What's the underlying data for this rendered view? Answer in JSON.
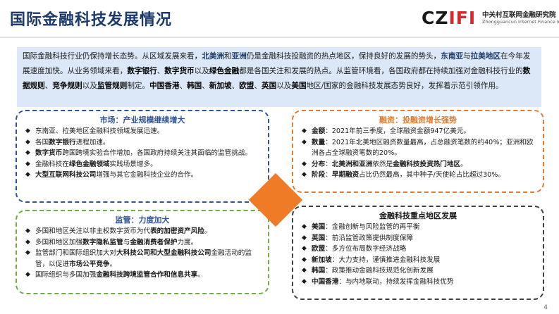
{
  "title": "国际金融科技发展情况",
  "logo": {
    "mark_a": "CZ",
    "mark_b": "IFI",
    "name_cn": "中关村互联网金融研究院",
    "name_en": "Zhongguancun Internet Finance Institute"
  },
  "intro": [
    {
      "t": "国际金融科技行业仍保持增长态势。从区域发展来看，"
    },
    {
      "t": "北美洲",
      "b": true,
      "hl": true
    },
    {
      "t": "和"
    },
    {
      "t": "亚洲",
      "b": true,
      "hl": true
    },
    {
      "t": "仍是金融科技投融资的热点地区，保持良好的发展的势头，"
    },
    {
      "t": "东南亚",
      "b": true,
      "hl": true
    },
    {
      "t": "与"
    },
    {
      "t": "拉美地区",
      "b": true,
      "hl": true
    },
    {
      "t": "在今年发展速度加快。从业务领域来看，"
    },
    {
      "t": "数字银行",
      "b": true
    },
    {
      "t": "、"
    },
    {
      "t": "数字货币",
      "b": true
    },
    {
      "t": "以及"
    },
    {
      "t": "绿色金融",
      "b": true
    },
    {
      "t": "都是各国关注和发展的热点。从监管环境看，各国政府都在持续加强对金融科技行业的"
    },
    {
      "t": "数据规则",
      "b": true
    },
    {
      "t": "、"
    },
    {
      "t": "竞争规则",
      "b": true
    },
    {
      "t": "以及"
    },
    {
      "t": "监管规则",
      "b": true
    },
    {
      "t": "制定。"
    },
    {
      "t": "中国香港",
      "b": true
    },
    {
      "t": "、"
    },
    {
      "t": "韩国",
      "b": true
    },
    {
      "t": "、"
    },
    {
      "t": "新加坡",
      "b": true
    },
    {
      "t": "、"
    },
    {
      "t": "欧盟",
      "b": true
    },
    {
      "t": "、"
    },
    {
      "t": "英国",
      "b": true
    },
    {
      "t": "以及"
    },
    {
      "t": "美国",
      "b": true
    },
    {
      "t": "地区/国家的金融科技发展态势良好，发挥着示范引领作用。"
    }
  ],
  "market": {
    "head": "市场：产业规模继续增大",
    "items": [
      [
        {
          "t": "东南亚、拉美地区金融科技领域发展迅速。"
        }
      ],
      [
        {
          "t": "各国"
        },
        {
          "t": "数字银行",
          "b": true
        },
        {
          "t": "进程加速。"
        }
      ],
      [
        {
          "t": "数字货币",
          "b": true
        },
        {
          "t": "跨国跨境实验合作增加，各国政府持续关注其面临的监管挑战。"
        }
      ],
      [
        {
          "t": "金融科技在"
        },
        {
          "t": "绿色金融领域",
          "b": true
        },
        {
          "t": "实践场景增多。"
        }
      ],
      [
        {
          "t": "大型互联网科技公司",
          "b": true
        },
        {
          "t": "增强与其它金融科技企业的合作。"
        }
      ]
    ]
  },
  "financing": {
    "head": "融资：投融资增长强势",
    "items": [
      [
        {
          "t": "金额",
          "b": true
        },
        {
          "t": "：2021年前三季度，全球融资金额947亿美元。"
        }
      ],
      [
        {
          "t": "数量",
          "b": true
        },
        {
          "t": "：2021年北美地区融资数量最高，占总融资笔数的约40%；亚洲和欧洲各占全球融资笔数的20%。"
        }
      ],
      [
        {
          "t": "分布",
          "b": true
        },
        {
          "t": "："
        },
        {
          "t": "北美洲和亚洲",
          "b": true
        },
        {
          "t": "依然是"
        },
        {
          "t": "金融科技投资热门地区",
          "b": true
        },
        {
          "t": "。"
        }
      ],
      [
        {
          "t": "阶段",
          "b": true
        },
        {
          "t": "："
        },
        {
          "t": "早期融资",
          "b": true
        },
        {
          "t": "占比仍然最高，其中种子/天使轮占比超过30%。"
        }
      ]
    ]
  },
  "regulation": {
    "head": "监管：力度加大",
    "items": [
      [
        {
          "t": "多国和地区关注以非主权数字货币为代"
        },
        {
          "t": "表的加密资产风险",
          "b": true
        },
        {
          "t": "。"
        }
      ],
      [
        {
          "t": "多国和地区加强"
        },
        {
          "t": "数字隐私监管",
          "b": true
        },
        {
          "t": "与"
        },
        {
          "t": "金融消费者保护",
          "b": true
        },
        {
          "t": "力度。"
        }
      ],
      [
        {
          "t": "监管部门和国际组织加大对"
        },
        {
          "t": "大科技公司和大型金融科技公司",
          "b": true
        },
        {
          "t": "金融活动的监管，以促进"
        },
        {
          "t": "市场公平竞争",
          "b": true
        },
        {
          "t": "。"
        }
      ],
      [
        {
          "t": "国际组织与多国加强"
        },
        {
          "t": "金融科技跨境监管合作和信息共享",
          "b": true
        },
        {
          "t": "。"
        }
      ]
    ]
  },
  "regions": {
    "head": "金融科技重点地区发展",
    "items": [
      [
        {
          "t": "美国",
          "b": true
        },
        {
          "t": "：金融创新与风险监管的再平衡"
        }
      ],
      [
        {
          "t": "英国",
          "b": true
        },
        {
          "t": "：前沿监管政策提供制度保障"
        }
      ],
      [
        {
          "t": "欧盟",
          "b": true
        },
        {
          "t": "：多方位布局数字经济战略"
        }
      ],
      [
        {
          "t": "新加坡",
          "b": true
        },
        {
          "t": "：大力支持，谨慎推进金融科技发展"
        }
      ],
      [
        {
          "t": "韩国",
          "b": true
        },
        {
          "t": "：政策推动金融科技规范化创新发展"
        }
      ],
      [
        {
          "t": "中国香港",
          "b": true
        },
        {
          "t": "：与内地联动，持续发挥金融科技优势"
        }
      ]
    ]
  },
  "bullet": "◆",
  "page_number": "4",
  "colors": {
    "title": "#1b3a6b",
    "market_border": "#2f5597",
    "financing_border": "#e07b2f",
    "regulation_border": "#70ad47",
    "regions_border": "#404040",
    "diamond": "#ef7b27",
    "intro_bg": "#dce8f7"
  }
}
